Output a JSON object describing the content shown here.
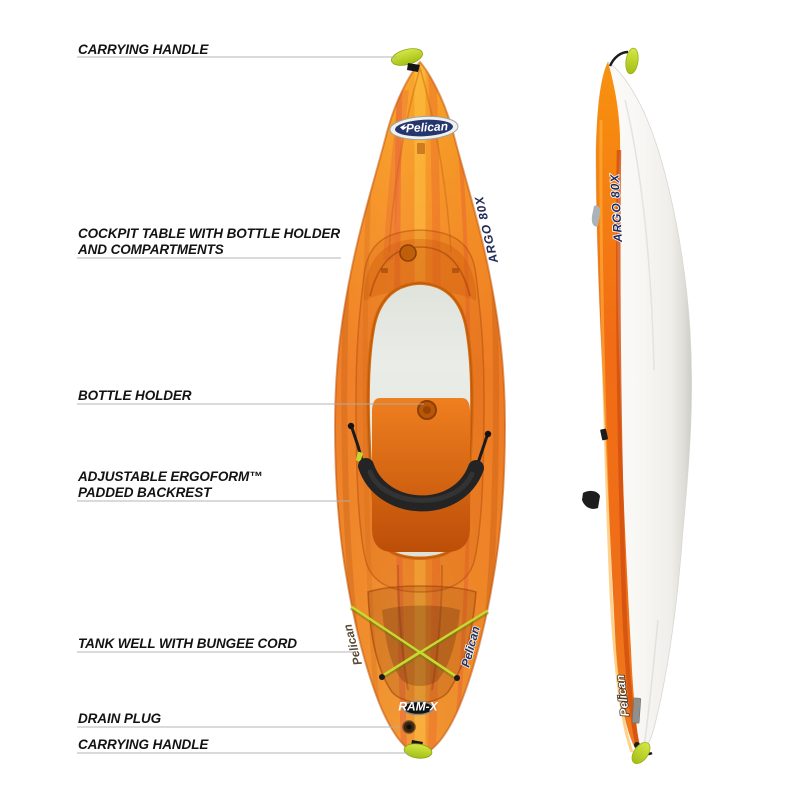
{
  "page": {
    "title": "Pelican Argo 80X kayak feature diagram"
  },
  "labels": [
    {
      "id": "carrying-handle-top",
      "lines": [
        "CARRYING HANDLE"
      ]
    },
    {
      "id": "cockpit-table",
      "lines": [
        "COCKPIT TABLE WITH BOTTLE HOLDER",
        "AND COMPARTMENTS"
      ]
    },
    {
      "id": "bottle-holder",
      "lines": [
        "BOTTLE HOLDER"
      ]
    },
    {
      "id": "adjustable-backrest",
      "lines": [
        "ADJUSTABLE ERGOFORM™",
        "PADDED BACKREST"
      ]
    },
    {
      "id": "tank-well",
      "lines": [
        "TANK WELL WITH BUNGEE CORD"
      ]
    },
    {
      "id": "drain-plug",
      "lines": [
        "DRAIN PLUG"
      ]
    },
    {
      "id": "carrying-handle-bottom",
      "lines": [
        "CARRYING HANDLE"
      ]
    }
  ],
  "decals": {
    "brand": "Pelican",
    "model": "ARGO 80X",
    "material_badge": "RAM-X"
  },
  "colors": {
    "kayak_orange": "#f47b20",
    "kayak_red_streak": "#e2432b",
    "kayak_yellow_streak": "#ffc63c",
    "handle_lime": "#c3d930",
    "bungee_lime": "#c6da2f",
    "hull_white": "#f7f6f2",
    "cockpit_interior": "#e9ece6",
    "backrest_black": "#242424",
    "decal_navy": "#1c2a5e",
    "label_text": "#131313",
    "leader_line": "#b3b3b3",
    "background": "#ffffff"
  }
}
